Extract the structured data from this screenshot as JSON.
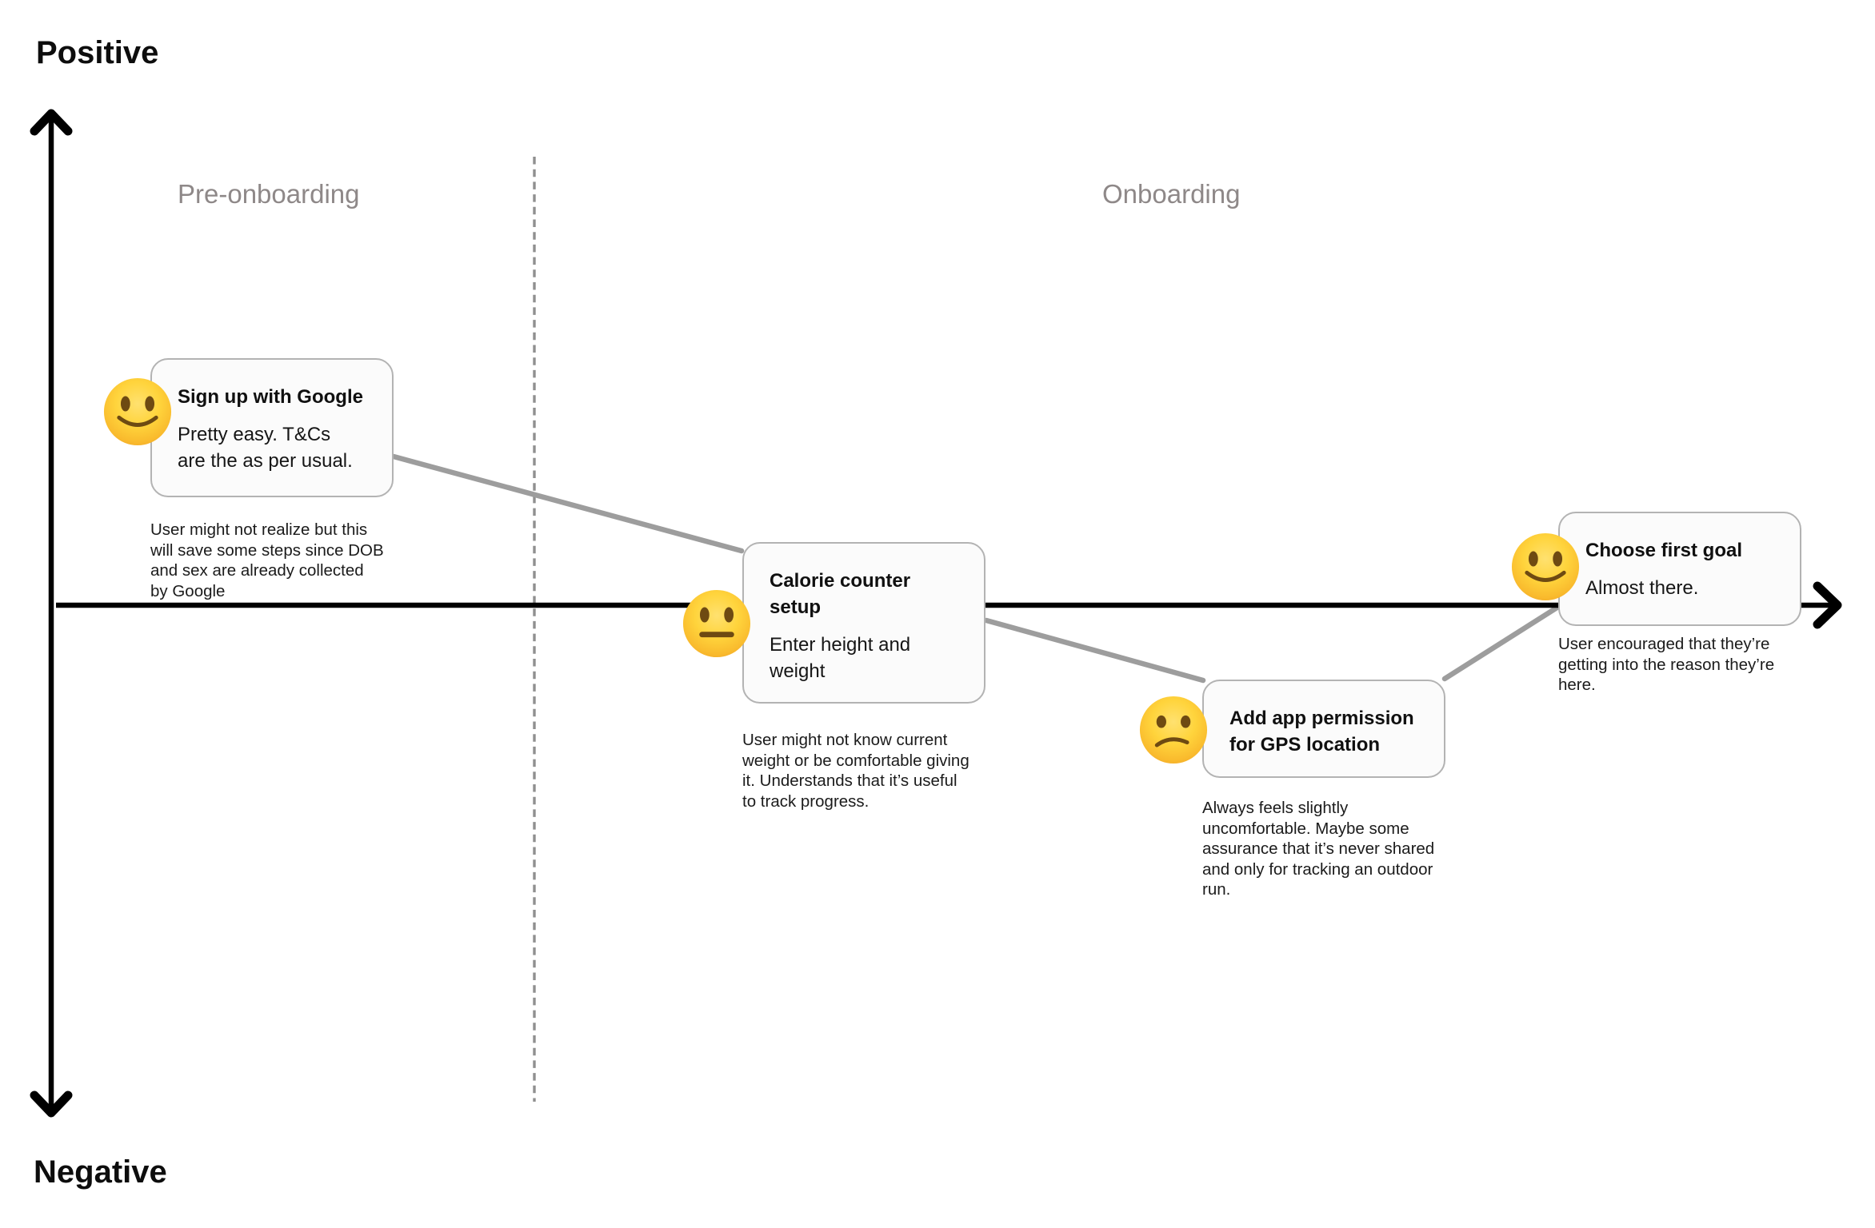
{
  "axis": {
    "positive_label": "Positive",
    "negative_label": "Negative"
  },
  "phases": [
    {
      "label": "Pre-onboarding"
    },
    {
      "label": "Onboarding"
    }
  ],
  "steps": [
    {
      "emoji": "slightly-smiling-face",
      "title": "Sign up with Google",
      "body": "Pretty easy. T&Cs\nare the as per usual.",
      "note": "User might not realize but this\nwill save some steps since DOB\nand sex are already collected\nby Google"
    },
    {
      "emoji": "neutral-face",
      "title": "Calorie counter\nsetup",
      "body": "Enter height and\nweight",
      "note": "User might not know current\nweight or be comfortable giving\nit. Understands that it’s useful\nto track progress."
    },
    {
      "emoji": "confused-frowning-face",
      "title": "Add app permission\nfor GPS location",
      "note": "Always feels slightly\nuncomfortable. Maybe some\nassurance that it’s never shared\nand only for tracking an outdoor\nrun."
    },
    {
      "emoji": "slightly-smiling-face",
      "title": "Choose first goal",
      "body": "Almost there.",
      "note": "User encouraged that they’re\ngetting into the reason they’re\nhere."
    }
  ],
  "colors": {
    "axis": "#000000",
    "connector": "#9d9d9d",
    "divider": "#8f8f8f",
    "phase_text": "#8e8888",
    "card_border": "#b3b3b3",
    "card_background": "#fbfbfb",
    "emoji_yellow": "#ffd43c",
    "emoji_brown": "#6e4a12"
  }
}
